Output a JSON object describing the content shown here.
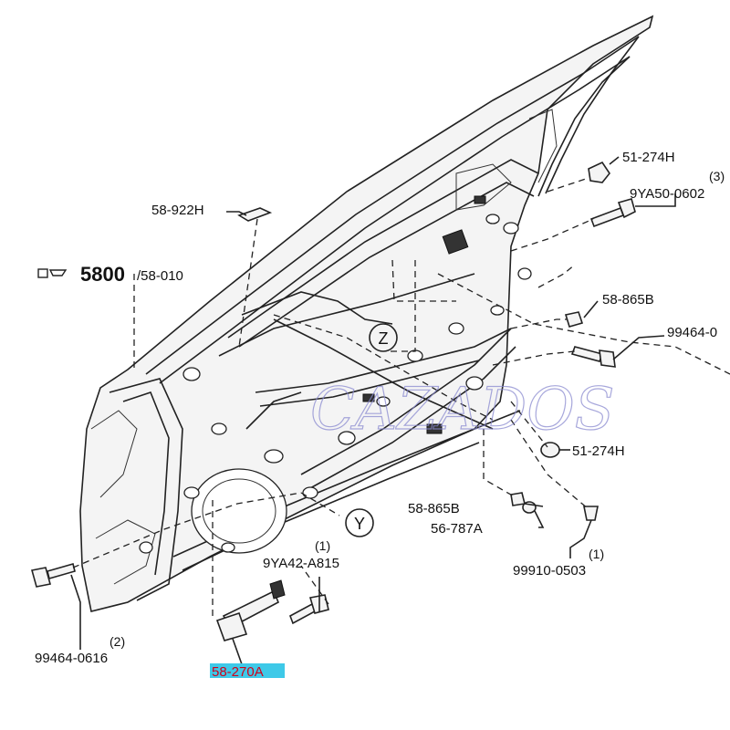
{
  "watermark": "CAZADOS",
  "main_part": {
    "number": "5800",
    "ref": "/58-010"
  },
  "callouts": {
    "z": "Z",
    "y": "Y"
  },
  "parts": {
    "p_51_274h_top": "51-274H",
    "p_9ya50_0602": "9YA50-0602",
    "q_9ya50_0602": "(3)",
    "p_58_922h": "58-922H",
    "p_58_865b_right": "58-865B",
    "p_99464_right": "99464-0",
    "p_51_274h_mid": "51-274H",
    "p_58_865b_low": "58-865B",
    "p_56_787a": "56-787A",
    "p_99910_0503": "99910-0503",
    "q_99910_0503": "(1)",
    "p_9ya42_a815": "9YA42-A815",
    "q_9ya42_a815": "(1)",
    "p_99464_0616": "99464-0616",
    "q_99464_0616": "(2)",
    "p_58_270a": "58-270A"
  },
  "colors": {
    "highlight_bg": "#3ec9e8",
    "highlight_text": "#d0021b",
    "watermark": "#8a8ad0"
  }
}
